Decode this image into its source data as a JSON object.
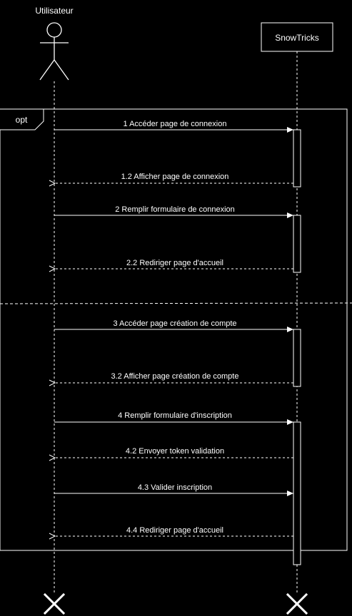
{
  "participants": {
    "user": {
      "label": "Utilisateur"
    },
    "system": {
      "label": "SnowTricks"
    }
  },
  "fragment": {
    "operator": "opt"
  },
  "messages": [
    {
      "label": "1 Accéder page de connexion",
      "kind": "sync"
    },
    {
      "label": "1.2 Afficher page de connexion",
      "kind": "return"
    },
    {
      "label": "2 Remplir formulaire de connexion",
      "kind": "sync"
    },
    {
      "label": "2.2 Rediriger page d'accueil",
      "kind": "return"
    },
    {
      "label": "3 Accéder page création de compte",
      "kind": "sync"
    },
    {
      "label": "3.2 Afficher page création de compte",
      "kind": "return"
    },
    {
      "label": "4 Remplir formulaire d'inscription",
      "kind": "sync"
    },
    {
      "label": "4.2 Envoyer token validation",
      "kind": "return"
    },
    {
      "label": "4.3 Valider inscription",
      "kind": "sync"
    },
    {
      "label": "4.4 Rediriger page d'accueil",
      "kind": "return"
    }
  ],
  "colors": {
    "background": "#000000",
    "stroke": "#ffffff"
  }
}
